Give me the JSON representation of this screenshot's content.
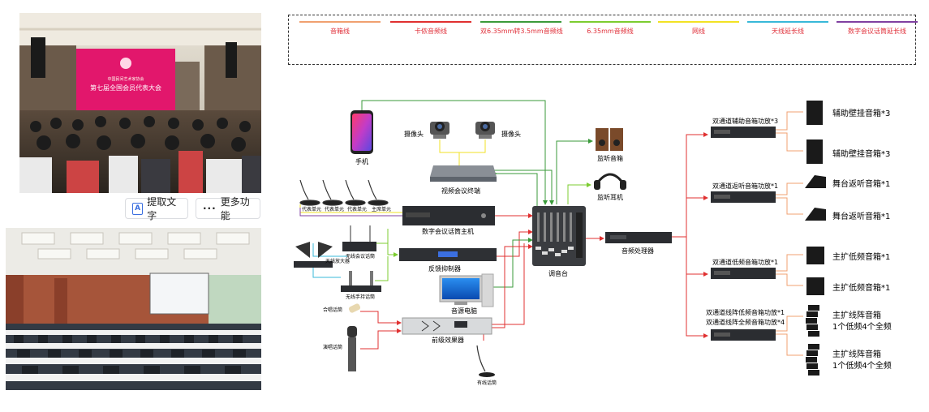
{
  "toolbar": {
    "extract_text_label": "提取文字",
    "more_label": "更多功能"
  },
  "photo_top": {
    "banner_line1": "中国民间艺术家协会",
    "banner_line2": "第七届全国会员代表大会"
  },
  "legend": [
    {
      "label": "音箱线",
      "color": "#f0a070"
    },
    {
      "label": "卡侬音频线",
      "color": "#e03030"
    },
    {
      "label": "双6.35mm转3.5mm音频线",
      "color": "#3a9a3a"
    },
    {
      "label": "6.35mm音频线",
      "color": "#7ccc30"
    },
    {
      "label": "网线",
      "color": "#f2e224"
    },
    {
      "label": "天线延长线",
      "color": "#38b8d8"
    },
    {
      "label": "数字会议话筒延长线",
      "color": "#8040a0"
    }
  ],
  "devices": {
    "phone": "手机",
    "camera1": "摄像头",
    "camera2": "摄像头",
    "video_terminal": "视频会议终端",
    "mic_unit1": "代表单元",
    "mic_unit2": "代表单元",
    "mic_unit3": "代表单元",
    "chair_unit": "主席单元",
    "conf_host": "数字会议话筒主机",
    "wireless_conf_mic": "无线会议话筒",
    "antenna_amp": "天线放大器",
    "feedback_suppressor": "反馈抑制器",
    "wireless_handheld": "无线手持话筒",
    "pc": "音源电脑",
    "chorus_mic": "合唱话筒",
    "vocal_mic": "演唱话筒",
    "preamp_effects": "前级效果器",
    "wired_mic": "有线话筒",
    "monitor_speaker": "监听音箱",
    "monitor_headphone": "监听耳机",
    "mixer": "调音台",
    "processor": "音频处理器",
    "amp1": "双通道辅助音箱功放*3",
    "amp2": "双通道返听音箱功放*1",
    "amp3": "双通道低频音箱功放*1",
    "amp4a": "双通道线阵低频音箱功放*1",
    "amp4b": "双通道线阵全频音箱功放*4",
    "spk1a": "辅助壁挂音箱*3",
    "spk1b": "辅助壁挂音箱*3",
    "spk2a": "舞台返听音箱*1",
    "spk2b": "舞台返听音箱*1",
    "spk3a": "主扩低频音箱*1",
    "spk3b": "主扩低频音箱*1",
    "spk4a_1": "主扩线阵音箱",
    "spk4a_2": "1个低频4个全频",
    "spk4b_1": "主扩线阵音箱",
    "spk4b_2": "1个低频4个全频"
  }
}
